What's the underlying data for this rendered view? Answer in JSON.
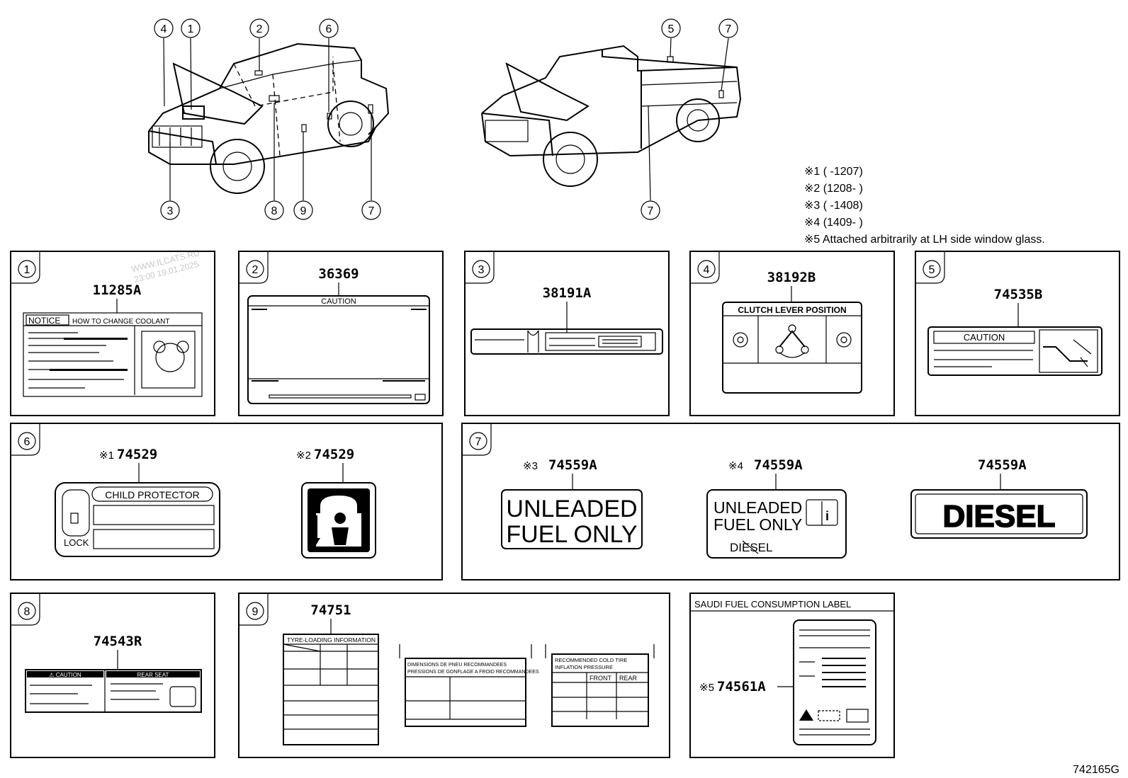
{
  "diagram_code": "742165G",
  "watermark": {
    "site": "WWW.ILCATS.RU",
    "stamp": "23:00 19.01.2025"
  },
  "callout_refs": {
    "wagon": [
      "4",
      "1",
      "2",
      "6",
      "3",
      "8",
      "9",
      "7"
    ],
    "pickup": [
      "5",
      "7",
      "7"
    ]
  },
  "notes": [
    "※1 (      -1207)",
    "※2 (1208-      )",
    "※3 (      -1408)",
    "※4 (1409-      )",
    "※5 Attached arbitrarily at LH side window glass."
  ],
  "panels": {
    "p1": {
      "num": "1",
      "part": "11285A",
      "label_head": "NOTICE",
      "label_sub": "HOW TO CHANGE COOLANT"
    },
    "p2": {
      "num": "2",
      "part": "36369",
      "label_head": "CAUTION"
    },
    "p3": {
      "num": "3",
      "part": "38191A"
    },
    "p4": {
      "num": "4",
      "part": "38192B",
      "label_head": "CLUTCH LEVER POSITION"
    },
    "p5": {
      "num": "5",
      "part": "74535B",
      "label_head": "CAUTION"
    },
    "p6": {
      "num": "6",
      "left_prefix": "※1",
      "left_part": "74529",
      "right_prefix": "※2",
      "right_part": "74529",
      "label_head": "CHILD PROTECTOR",
      "lock": "LOCK"
    },
    "p7": {
      "num": "7",
      "a_prefix": "※3",
      "a_part": "74559A",
      "a_line1": "UNLEADED",
      "a_line2": "FUEL ONLY",
      "b_prefix": "※4",
      "b_part": "74559A",
      "b_line1": "UNLEADED",
      "b_line2": "FUEL ONLY",
      "b_line3": "DIESEL",
      "c_part": "74559A",
      "c_text": "DIESEL"
    },
    "p8": {
      "num": "8",
      "part": "74543R",
      "head_left": "⚠ CAUTION",
      "head_right": "REAR SEAT"
    },
    "p9": {
      "num": "9",
      "part": "74751",
      "tire_head": "TYRE-LOADING INFORMATION",
      "fr_line1": "DIMENSIONS DE PNEU RECOMMANDEES",
      "fr_line2": "PRESSIONS DE GONFLAGE A FROID RECOMMANDEES",
      "cold1": "RECOMMENDED COLD TIRE",
      "cold2": "INFLATION PRESSURE",
      "front": "FRONT",
      "rear": "REAR"
    },
    "saudi": {
      "title": "SAUDI FUEL CONSUMPTION LABEL",
      "prefix": "※5",
      "part": "74561A"
    }
  }
}
